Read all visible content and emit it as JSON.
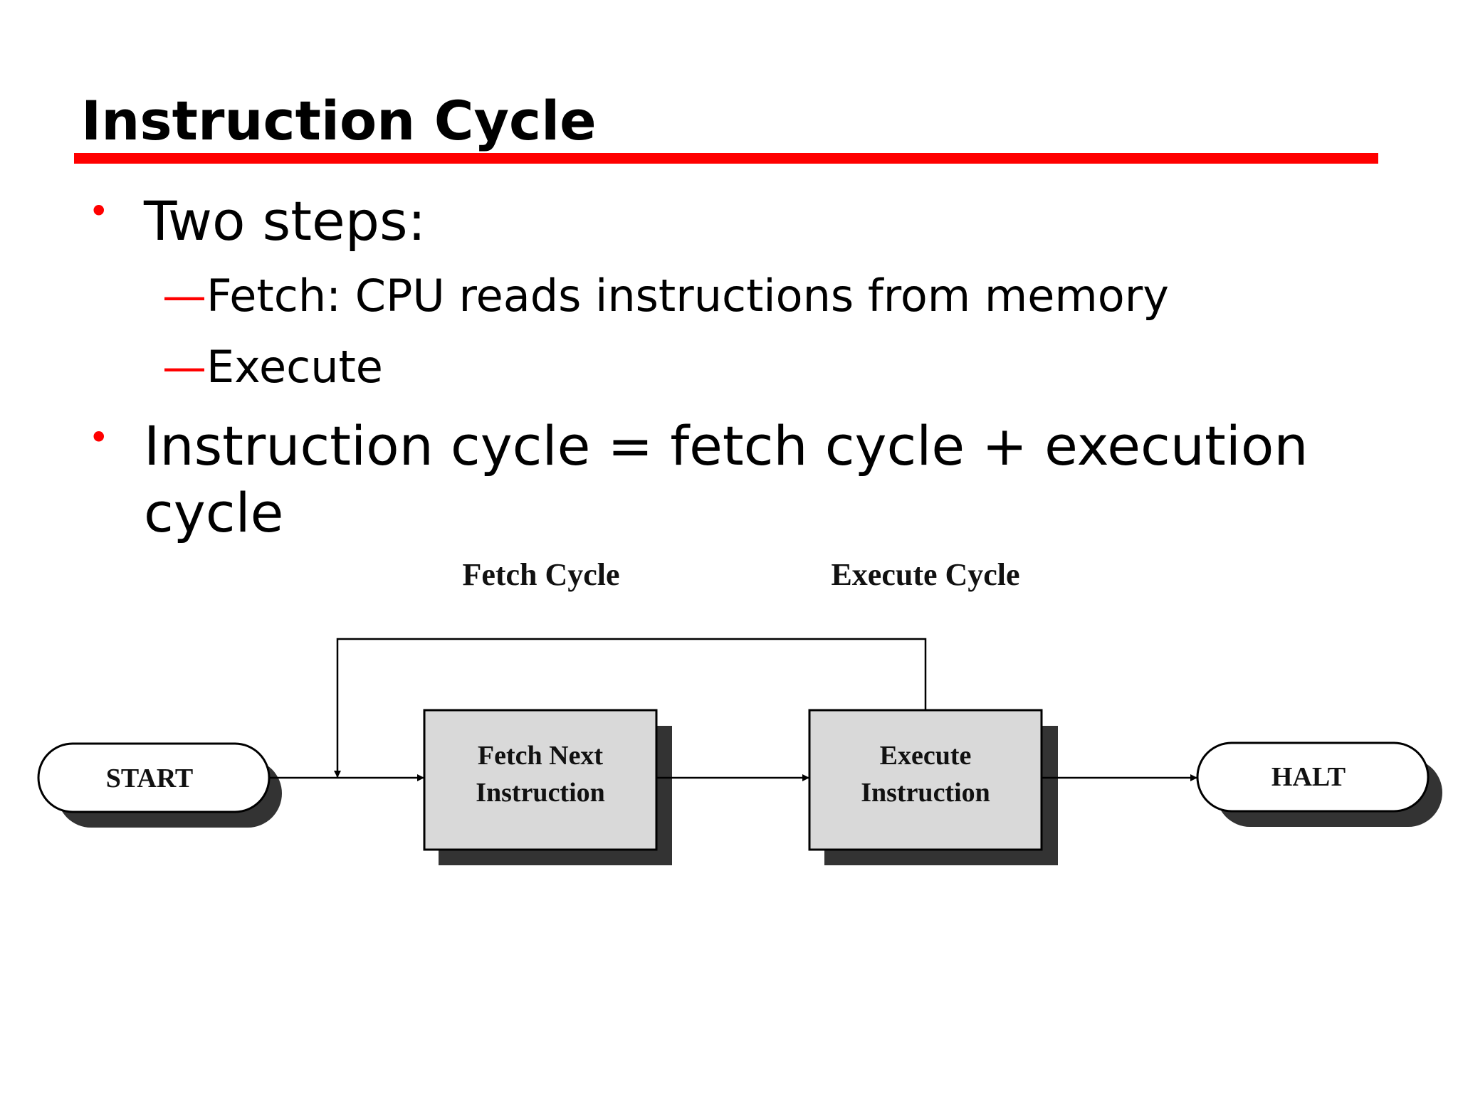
{
  "slide": {
    "title": "Instruction Cycle",
    "accent_color": "#ff0000"
  },
  "bullets": [
    {
      "text": "Two steps:",
      "subitems": [
        {
          "dash": "—",
          "text": "Fetch: CPU reads instructions from memory"
        },
        {
          "dash": "—",
          "text": "Execute"
        }
      ]
    },
    {
      "text_line1": "Instruction cycle = fetch cycle + execution",
      "text_line2": "cycle"
    }
  ],
  "bullet_symbol": "•",
  "diagram": {
    "fetch_cycle_label": "Fetch Cycle",
    "execute_cycle_label": "Execute Cycle",
    "start_label": "START",
    "halt_label": "HALT",
    "fetch_box_line1": "Fetch Next",
    "fetch_box_line2": "Instruction",
    "execute_box_line1": "Execute",
    "execute_box_line2": "Instruction",
    "box_fill": "#d9d9d9",
    "shadow_color": "#333333"
  }
}
